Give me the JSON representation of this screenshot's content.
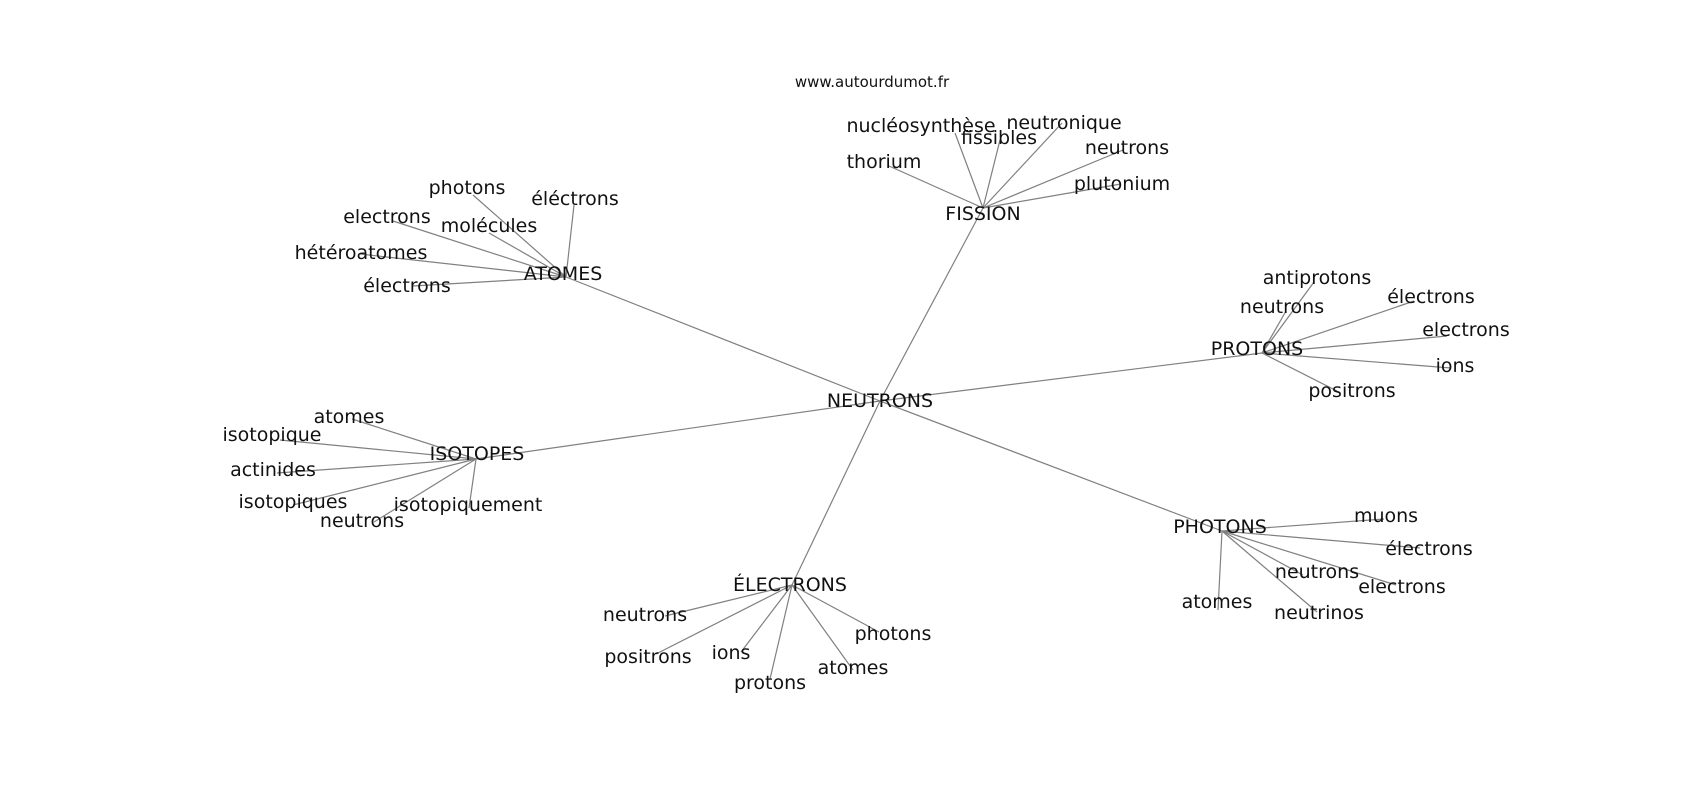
{
  "site_label": "www.autourdumot.fr",
  "colors": {
    "edge": "#808080",
    "text": "#111111",
    "background": "#ffffff"
  },
  "graph": {
    "root": "NEUTRONS",
    "branches": [
      {
        "label": "FISSION",
        "children": [
          "nucléosynthèse",
          "fissibles",
          "neutronique",
          "neutrons",
          "thorium",
          "plutonium"
        ]
      },
      {
        "label": "ATOMES",
        "children": [
          "photons",
          "éléctrons",
          "electrons",
          "molécules",
          "hétéroatomes",
          "électrons"
        ]
      },
      {
        "label": "PROTONS",
        "children": [
          "antiprotons",
          "neutrons",
          "électrons",
          "electrons",
          "ions",
          "positrons"
        ]
      },
      {
        "label": "ISOTOPES",
        "children": [
          "atomes",
          "isotopique",
          "actinides",
          "isotopiques",
          "neutrons",
          "isotopiquement"
        ]
      },
      {
        "label": "PHOTONS",
        "children": [
          "muons",
          "électrons",
          "neutrons",
          "electrons",
          "atomes",
          "neutrinos"
        ]
      },
      {
        "label": "ÉLECTRONS",
        "children": [
          "neutrons",
          "positrons",
          "ions",
          "protons",
          "atomes",
          "photons"
        ]
      }
    ]
  }
}
